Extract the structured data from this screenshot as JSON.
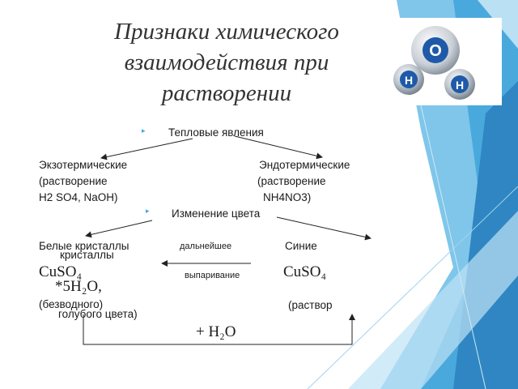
{
  "slide": {
    "title_lines": [
      "Признаки химического",
      "взаимодействия при",
      "растворении"
    ],
    "bullet_glyph": "▸",
    "thermal": {
      "heading": "Тепловые явления",
      "exo": {
        "label": "Экзотермические",
        "line2": "(растворение",
        "line3": "H2 SO4, NaOH)"
      },
      "endo": {
        "label": "Эндотермические",
        "line2": "(растворение",
        "line3": "NH4NO3)"
      }
    },
    "color": {
      "heading": "Изменение цвета",
      "white": {
        "line1": "Белые кристаллы",
        "line2": "кристаллы"
      },
      "further": "дальнейшее",
      "blue": "Синие",
      "cuso4_left": "CuSO₄",
      "hydrate": "*5H₂O,",
      "evaporation": "выпаривание",
      "cuso4_right": "CuSO₄",
      "anhydrous": "(безводного)",
      "solution": "(раствор",
      "blue_color": "голубого цвета)",
      "plus_water": "+  H₂O"
    },
    "logo": {
      "top_atom": "O",
      "left_atom": "H",
      "right_atom": "H"
    },
    "accent_color": "#3aa8d8"
  }
}
